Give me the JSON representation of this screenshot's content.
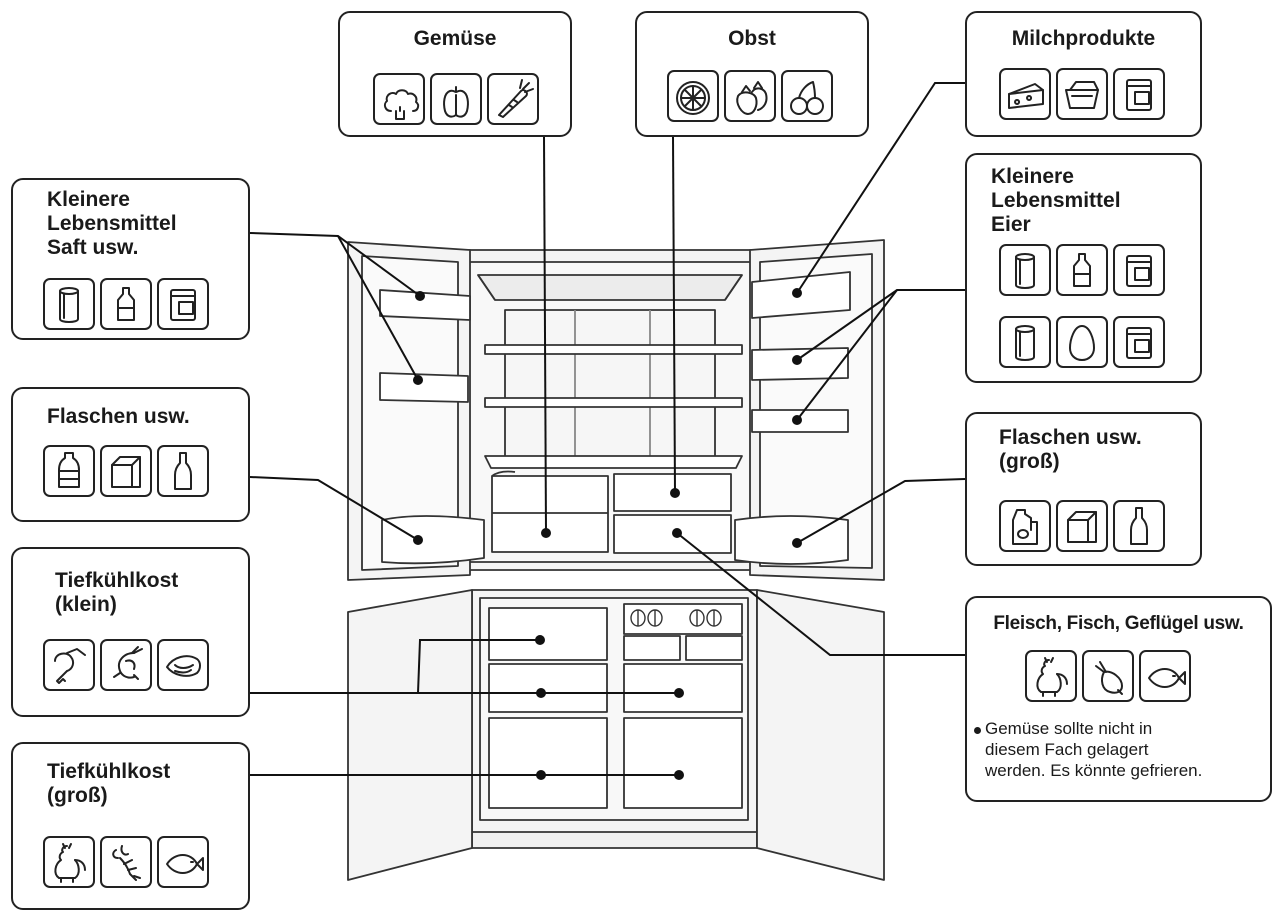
{
  "compartments": {
    "vegetables": {
      "title": "Gemüse",
      "icons": [
        "broccoli-icon",
        "pepper-icon",
        "carrot-icon"
      ]
    },
    "fruit": {
      "title": "Obst",
      "icons": [
        "orange-slice-icon",
        "strawberry-icon",
        "cherry-icon"
      ]
    },
    "dairy": {
      "title": "Milchprodukte",
      "icons": [
        "cheese-icon",
        "butter-icon",
        "container-icon"
      ]
    },
    "left_small_items": {
      "title": "Kleinere\nLebensmittel\nSaft usw.",
      "icons": [
        "can-icon",
        "bottle-icon",
        "container-icon"
      ]
    },
    "right_small_items": {
      "title": "Kleinere\nLebensmittel\nEier",
      "icons": [
        "can-icon",
        "bottle-icon",
        "container-icon"
      ],
      "icons2": [
        "can-icon",
        "egg-icon",
        "container-icon"
      ]
    },
    "left_bottles": {
      "title": "Flaschen usw.",
      "icons": [
        "plastic-bottle-icon",
        "milk-carton-icon",
        "wine-bottle-icon"
      ]
    },
    "right_bottles": {
      "title": "Flaschen usw.\n(groß)",
      "icons": [
        "jug-icon",
        "milk-carton-icon",
        "wine-bottle-icon"
      ]
    },
    "frozen_small": {
      "title": "Tiefkühlkost\n(klein)",
      "icons": [
        "drumstick-icon",
        "shrimp-icon",
        "fish-fillet-icon"
      ]
    },
    "frozen_large": {
      "title": "Tiefkühlkost\n(groß)",
      "icons": [
        "chicken-icon",
        "lobster-icon",
        "fish-icon"
      ]
    },
    "meat_fish": {
      "title": "Fleisch, Fisch, Geflügel usw.",
      "icons": [
        "chicken-icon",
        "ham-icon",
        "fish-icon"
      ],
      "note": "Gemüse sollte nicht in\ndiesem Fach gelagert\nwerden. Es könnte gefrieren."
    }
  }
}
